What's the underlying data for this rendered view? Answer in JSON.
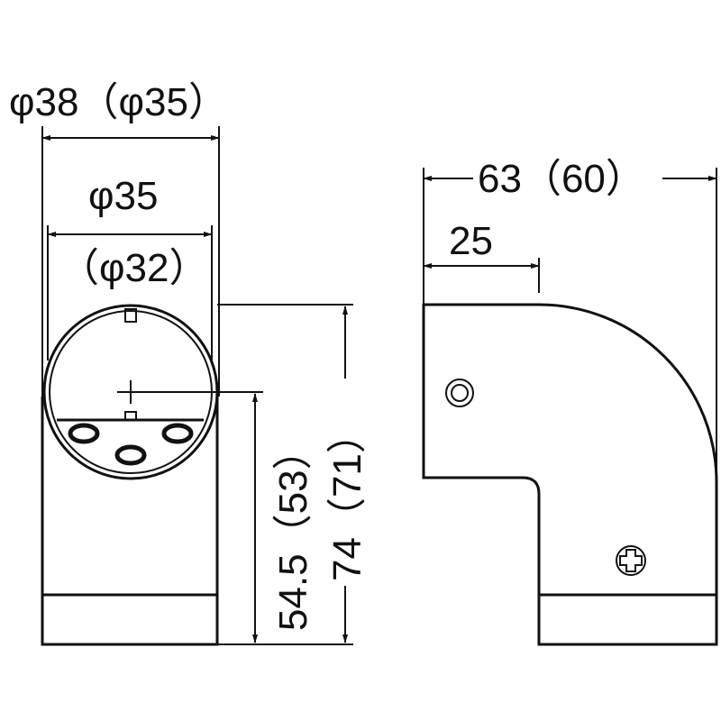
{
  "front_view": {
    "outer_diameter_label": "φ38（φ35）",
    "inner_diameter_label": "φ35",
    "inner_diameter_alt_label": "（φ32）",
    "center_height_label": "54.5（53）",
    "total_height_label": "74（71）"
  },
  "side_view": {
    "total_depth_label": "63（60）",
    "offset_label": "25"
  },
  "colors": {
    "line": "#111111",
    "background": "#ffffff"
  }
}
